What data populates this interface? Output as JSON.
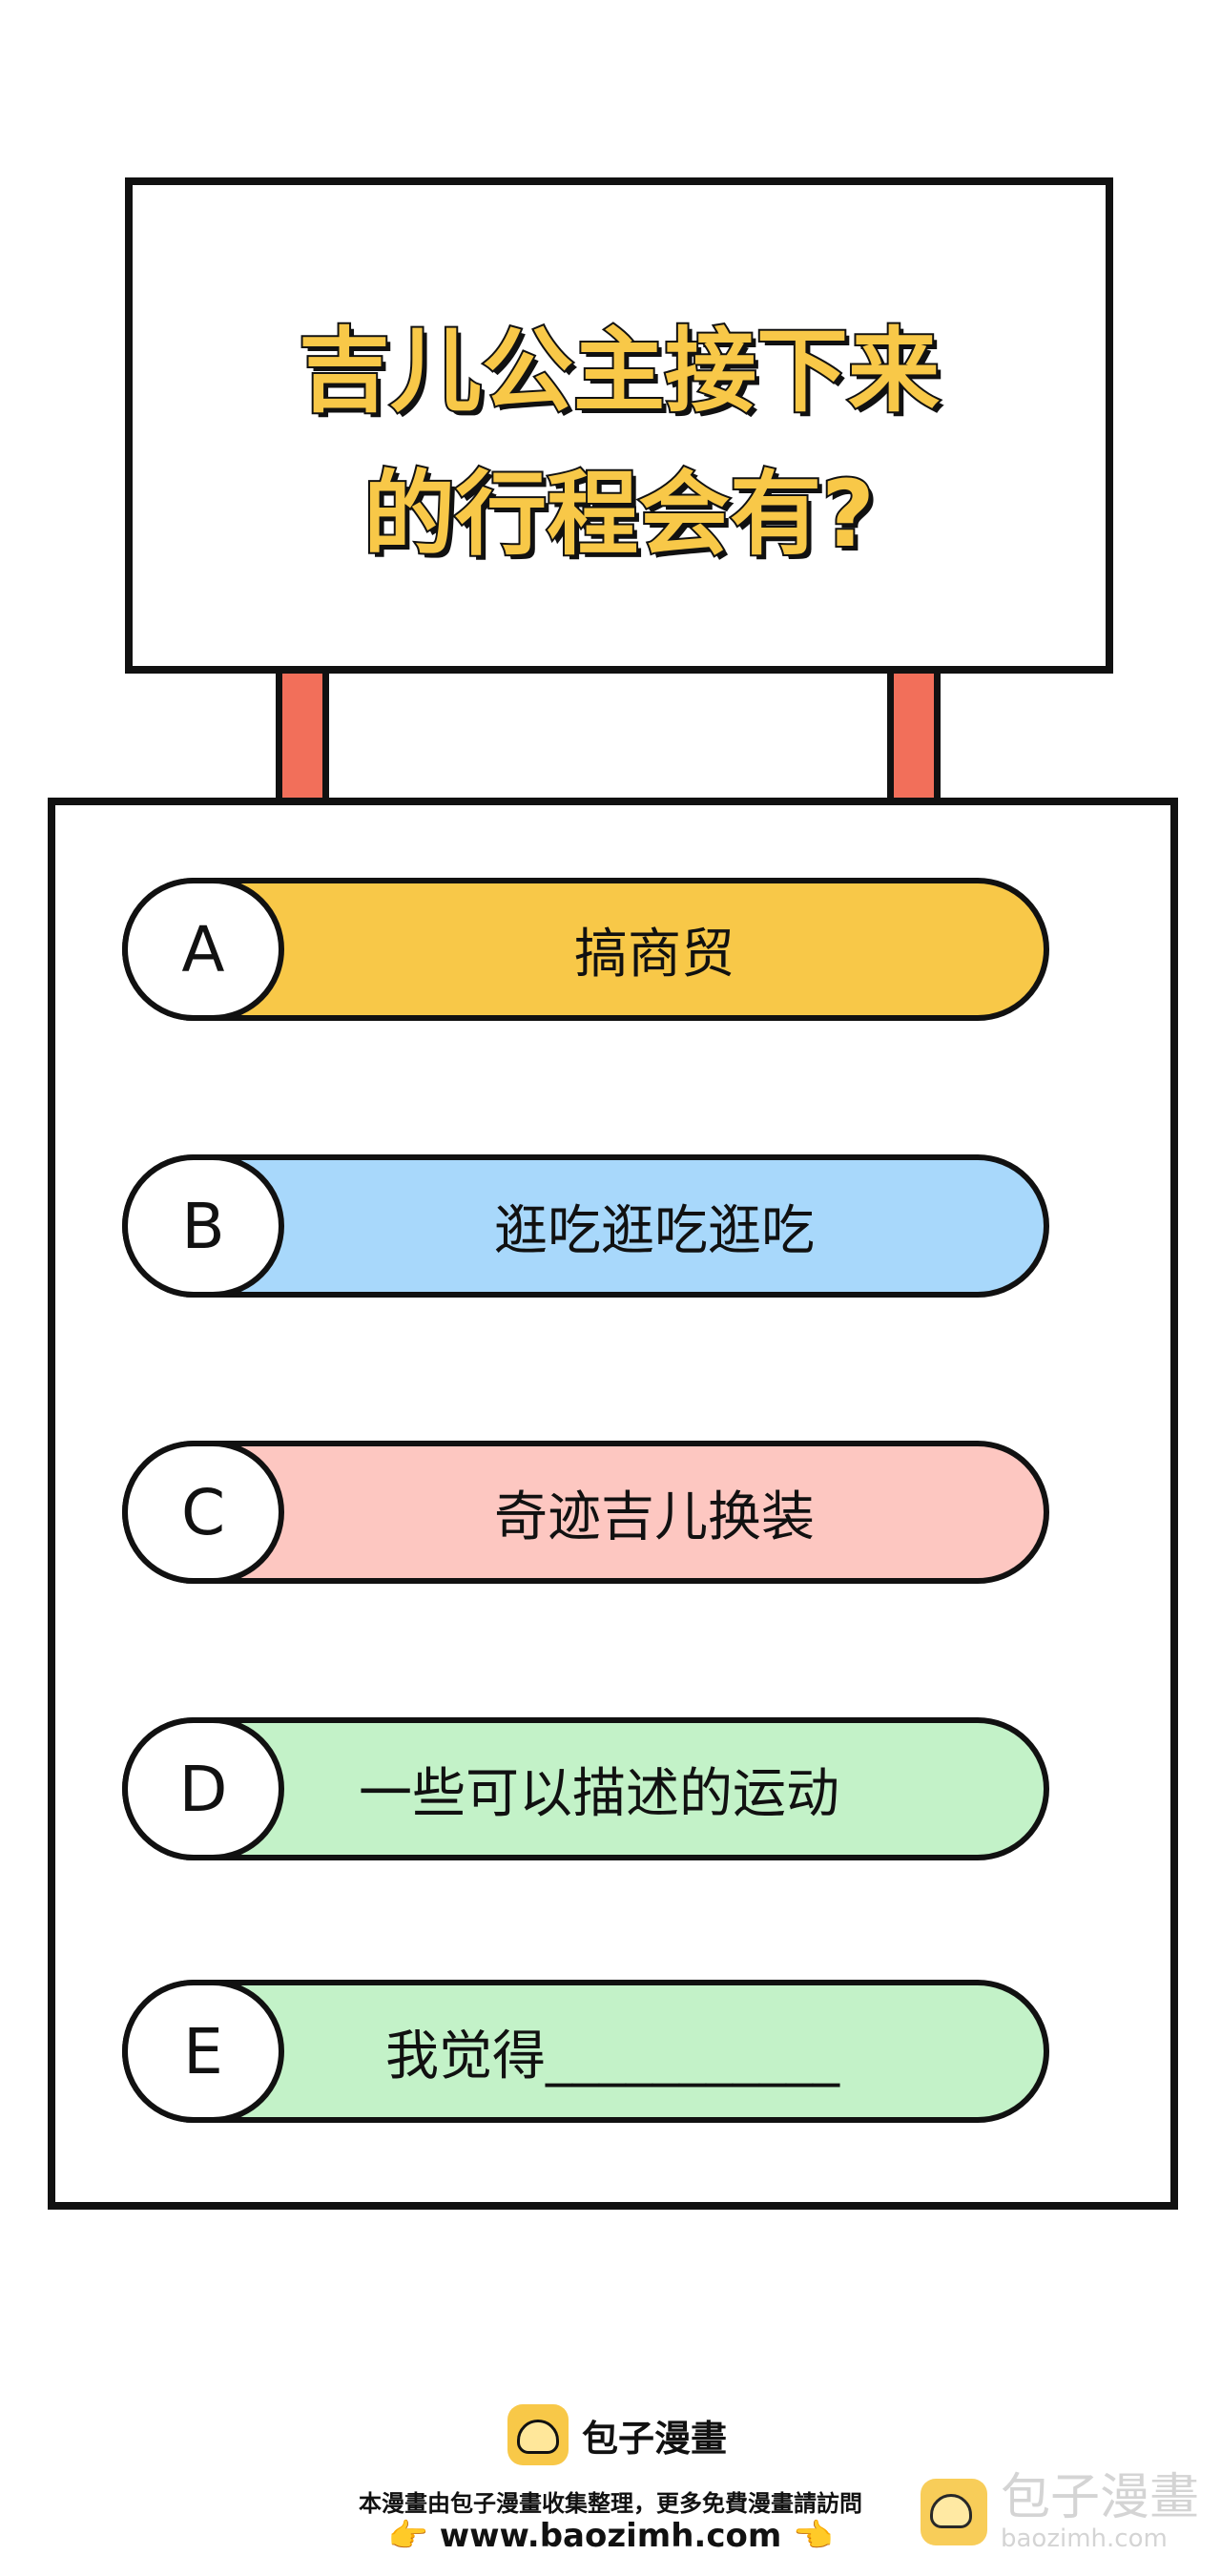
{
  "sign": {
    "title_line1": "吉儿公主接下来",
    "title_line2": "的行程会有?"
  },
  "options": [
    {
      "letter": "A",
      "text": "搞商贸",
      "color": "#f8c848"
    },
    {
      "letter": "B",
      "text": "逛吃逛吃逛吃",
      "color": "#a8d8fb"
    },
    {
      "letter": "C",
      "text": "奇迹吉儿换装",
      "color": "#fdc7c1"
    },
    {
      "letter": "D",
      "text": "一些可以描述的运动",
      "color": "#c3f2c8"
    },
    {
      "letter": "E",
      "text": "我觉得___________",
      "color": "#c3f2c8"
    }
  ],
  "footer": {
    "logo_text": "包子漫畫",
    "notice": "本漫畫由包子漫畫收集整理，更多免費漫畫請訪問",
    "site": "www.baozimh.com",
    "hand_left": "👉",
    "hand_right": "👈"
  },
  "watermark": {
    "main": "包子漫畫",
    "sub": "baozimh.com"
  }
}
